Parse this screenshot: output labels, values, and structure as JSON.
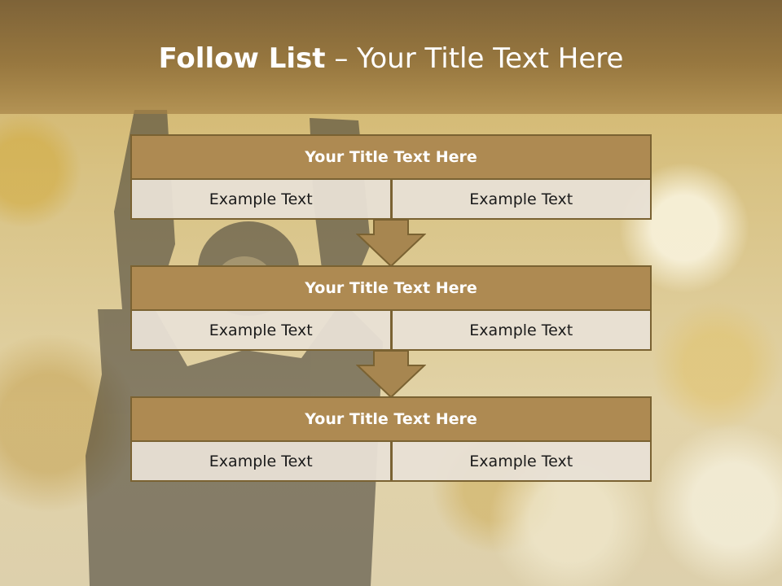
{
  "slide": {
    "title_bold": "Follow List",
    "title_rest": " – Your Title Text Here"
  },
  "steps": [
    {
      "title": "Your Title Text Here",
      "left": "Example Text",
      "right": "Example Text"
    },
    {
      "title": "Your Title Text Here",
      "left": "Example Text",
      "right": "Example Text"
    },
    {
      "title": "Your Title Text Here",
      "left": "Example Text",
      "right": "Example Text"
    }
  ],
  "colors": {
    "title_band": "#97773f",
    "block_header": "#ae8a52",
    "block_border": "#7a6232",
    "cell_fill": "#e8e0d5",
    "arrow": "#a78650"
  },
  "icons": {
    "connector": "down-arrow-icon"
  }
}
